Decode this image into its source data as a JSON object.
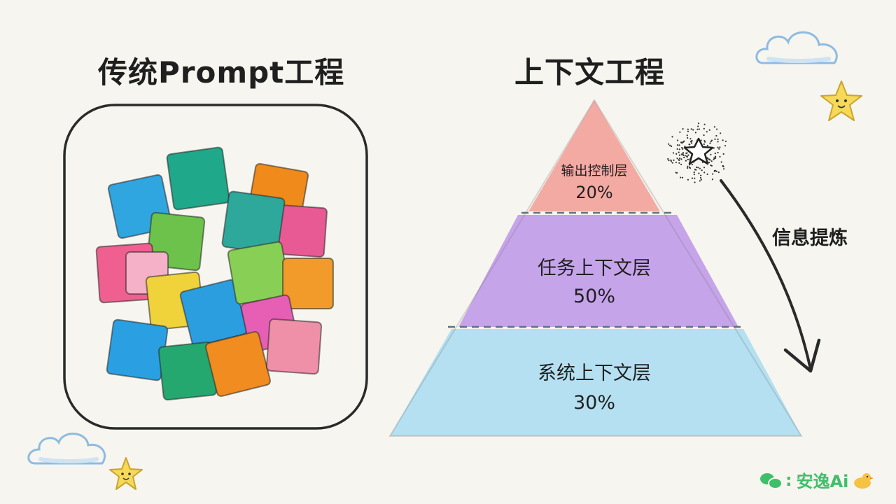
{
  "left": {
    "title": "传统Prompt工程",
    "blocks": [
      {
        "color": "#2fa6e0"
      },
      {
        "color": "#1fa88a"
      },
      {
        "color": "#f08a1a"
      },
      {
        "color": "#e85a93"
      },
      {
        "color": "#6cc24a"
      },
      {
        "color": "#2ea89a"
      },
      {
        "color": "#ef5f8f"
      },
      {
        "color": "#f4b1c8"
      },
      {
        "color": "#f0d33a"
      },
      {
        "color": "#2b9ee0"
      },
      {
        "color": "#88cf56"
      },
      {
        "color": "#f29a2a"
      },
      {
        "color": "#e65fb5"
      },
      {
        "color": "#2aa0e2"
      },
      {
        "color": "#24a870"
      },
      {
        "color": "#f08c20"
      },
      {
        "color": "#f08fa8"
      }
    ]
  },
  "right": {
    "title": "上下文工程",
    "layers": [
      {
        "name": "输出控制层",
        "percent": "20%",
        "color": "#f3aaa3"
      },
      {
        "name": "任务上下文层",
        "percent": "50%",
        "color": "#c6a4ea"
      },
      {
        "name": "系统上下文层",
        "percent": "30%",
        "color": "#b4e0f1"
      }
    ],
    "arrow_label": "信息提炼"
  },
  "watermark": {
    "separator": ":",
    "brand": "安逸Ai",
    "icons": [
      "wechat-icon",
      "duck-icon"
    ]
  },
  "decorations": [
    "cloud-icon",
    "star-icon",
    "sparkle-star-icon"
  ]
}
